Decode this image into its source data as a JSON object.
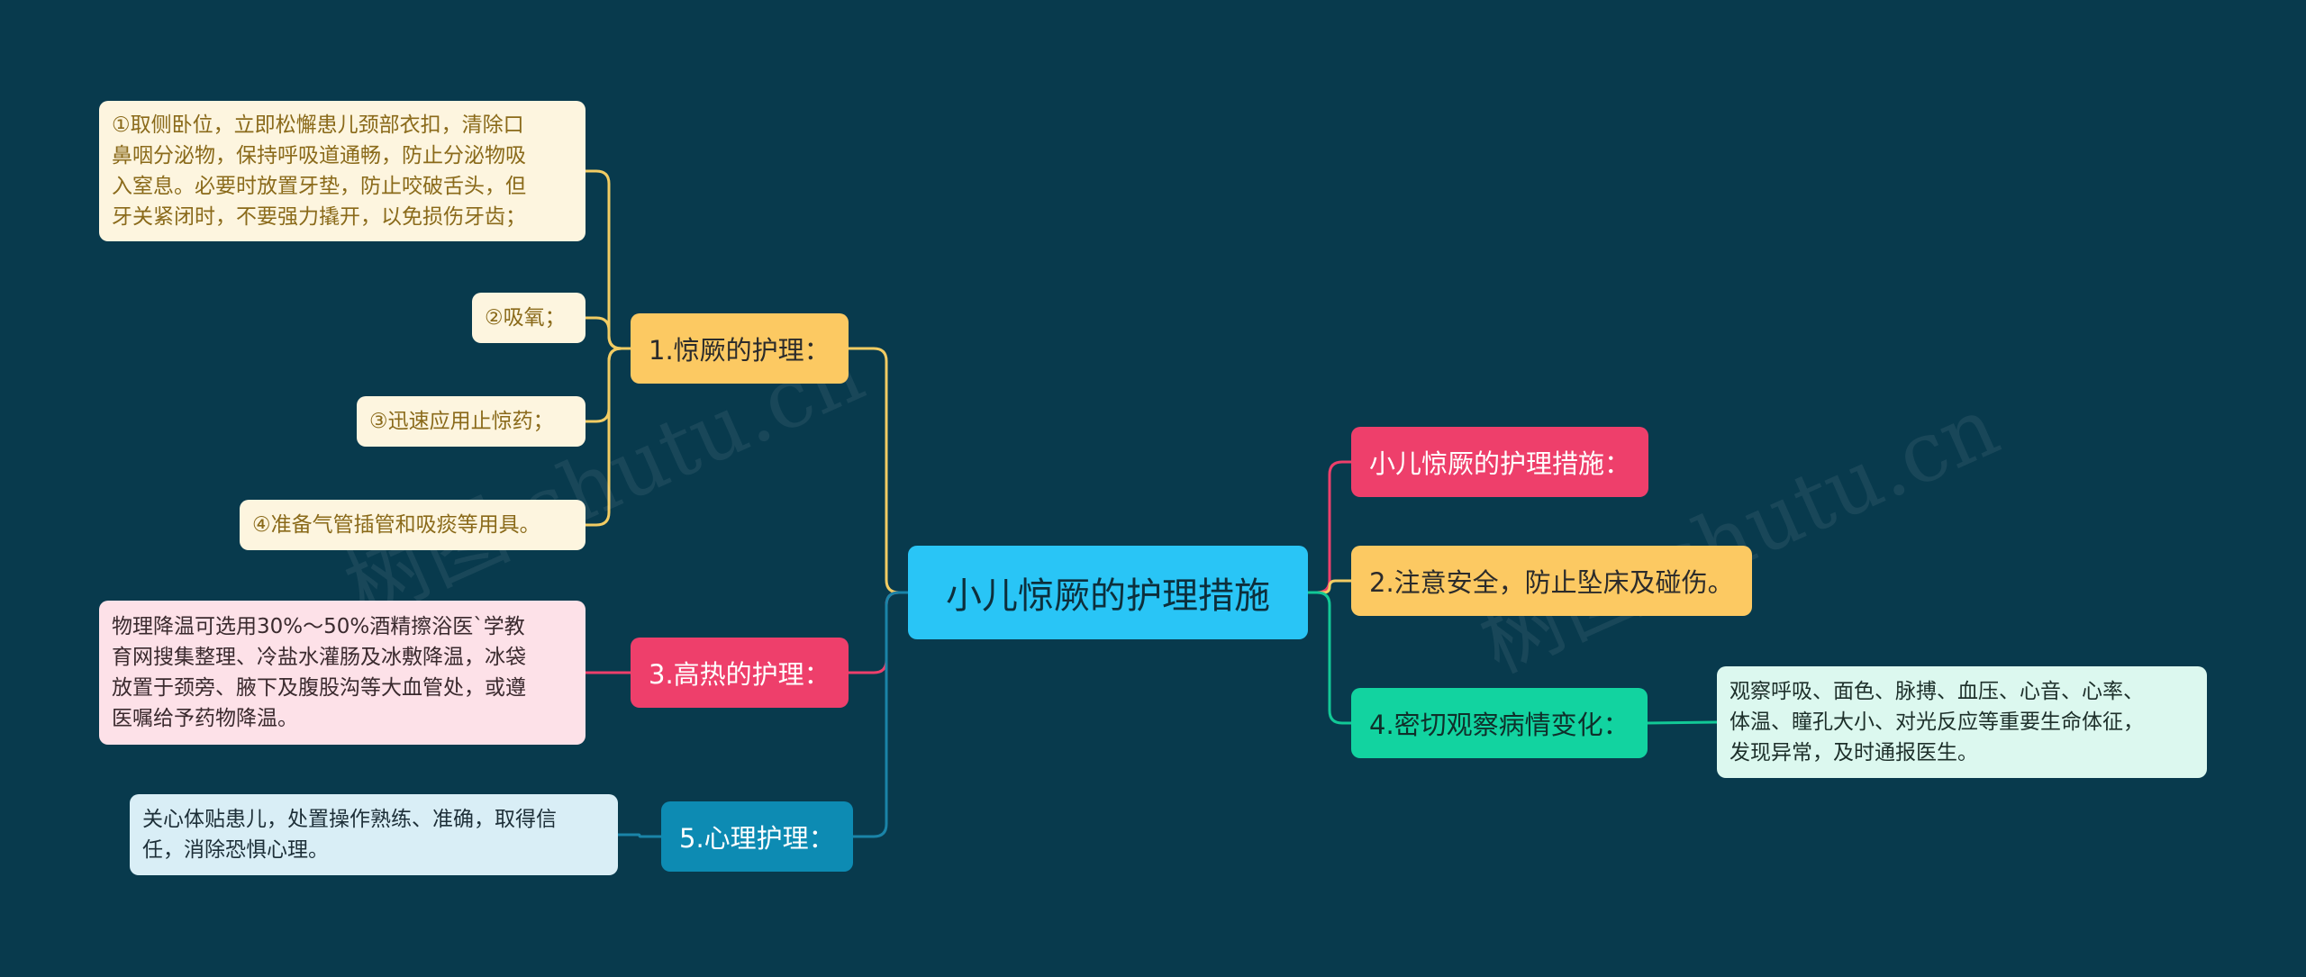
{
  "center": {
    "label": "小儿惊厥的护理措施",
    "color": "#29c5f6"
  },
  "branches": [
    {
      "label": "1.惊厥的护理：",
      "color": "#fcc962",
      "text_color": "#2b2b2b",
      "line_color": "#f2cc63"
    },
    {
      "label": "3.高热的护理：",
      "color": "#ee3f6b",
      "text_color": "#ffffff",
      "line_color": "#ee3f6b"
    },
    {
      "label": "5.心理护理：",
      "color": "#0d8bb3",
      "text_color": "#ffffff",
      "line_color": "#1a84a8"
    },
    {
      "label": "小儿惊厥的护理措施：",
      "color": "#ee3f6b",
      "text_color": "#ffffff",
      "line_color": "#ee3f6b"
    },
    {
      "label": "2.注意安全，防止坠床及碰伤。",
      "color": "#fcc962",
      "text_color": "#2b2b2b",
      "line_color": "#f2cc63"
    },
    {
      "label": "4.密切观察病情变化：",
      "color": "#12d3a0",
      "text_color": "#0f2f2a",
      "line_color": "#12c896"
    }
  ],
  "leaves": {
    "seizure": [
      {
        "lines": [
          "①取侧卧位，立即松懈患儿颈部衣扣，清除口",
          "鼻咽分泌物，保持呼吸道通畅，防止分泌物吸",
          "入窒息。必要时放置牙垫，防止咬破舌头，但",
          "牙关紧闭时，不要强力撬开，以免损伤牙齿；"
        ]
      },
      {
        "lines": [
          "②吸氧；"
        ]
      },
      {
        "lines": [
          "③迅速应用止惊药；"
        ]
      },
      {
        "lines": [
          "④准备气管插管和吸痰等用具。"
        ]
      }
    ],
    "fever": {
      "lines": [
        "物理降温可选用30%～50%酒精擦浴医`学教",
        "育网搜集整理、冷盐水灌肠及冰敷降温，冰袋",
        "放置于颈旁、腋下及腹股沟等大血管处，或遵",
        "医嘱给予药物降温。"
      ]
    },
    "psych": {
      "lines": [
        "关心体贴患儿，处置操作熟练、准确，取得信",
        "任，消除恐惧心理。"
      ]
    },
    "observe": {
      "lines": [
        "观察呼吸、面色、脉搏、血压、心音、心率、",
        "体温、瞳孔大小、对光反应等重要生命体征，",
        "发现异常，及时通报医生。"
      ]
    }
  },
  "leaf_styles": {
    "yellow": {
      "bg": "#fdf5df",
      "text": "#8a6a1a"
    },
    "pink": {
      "bg": "#fde1e8",
      "text": "#3a2a2e"
    },
    "blue": {
      "bg": "#d9eef6",
      "text": "#1d2f38"
    },
    "green": {
      "bg": "#dcf8ef",
      "text": "#1d2f2a"
    }
  },
  "watermarks": [
    "树图 shutu.cn",
    "树图 shutu.cn"
  ]
}
